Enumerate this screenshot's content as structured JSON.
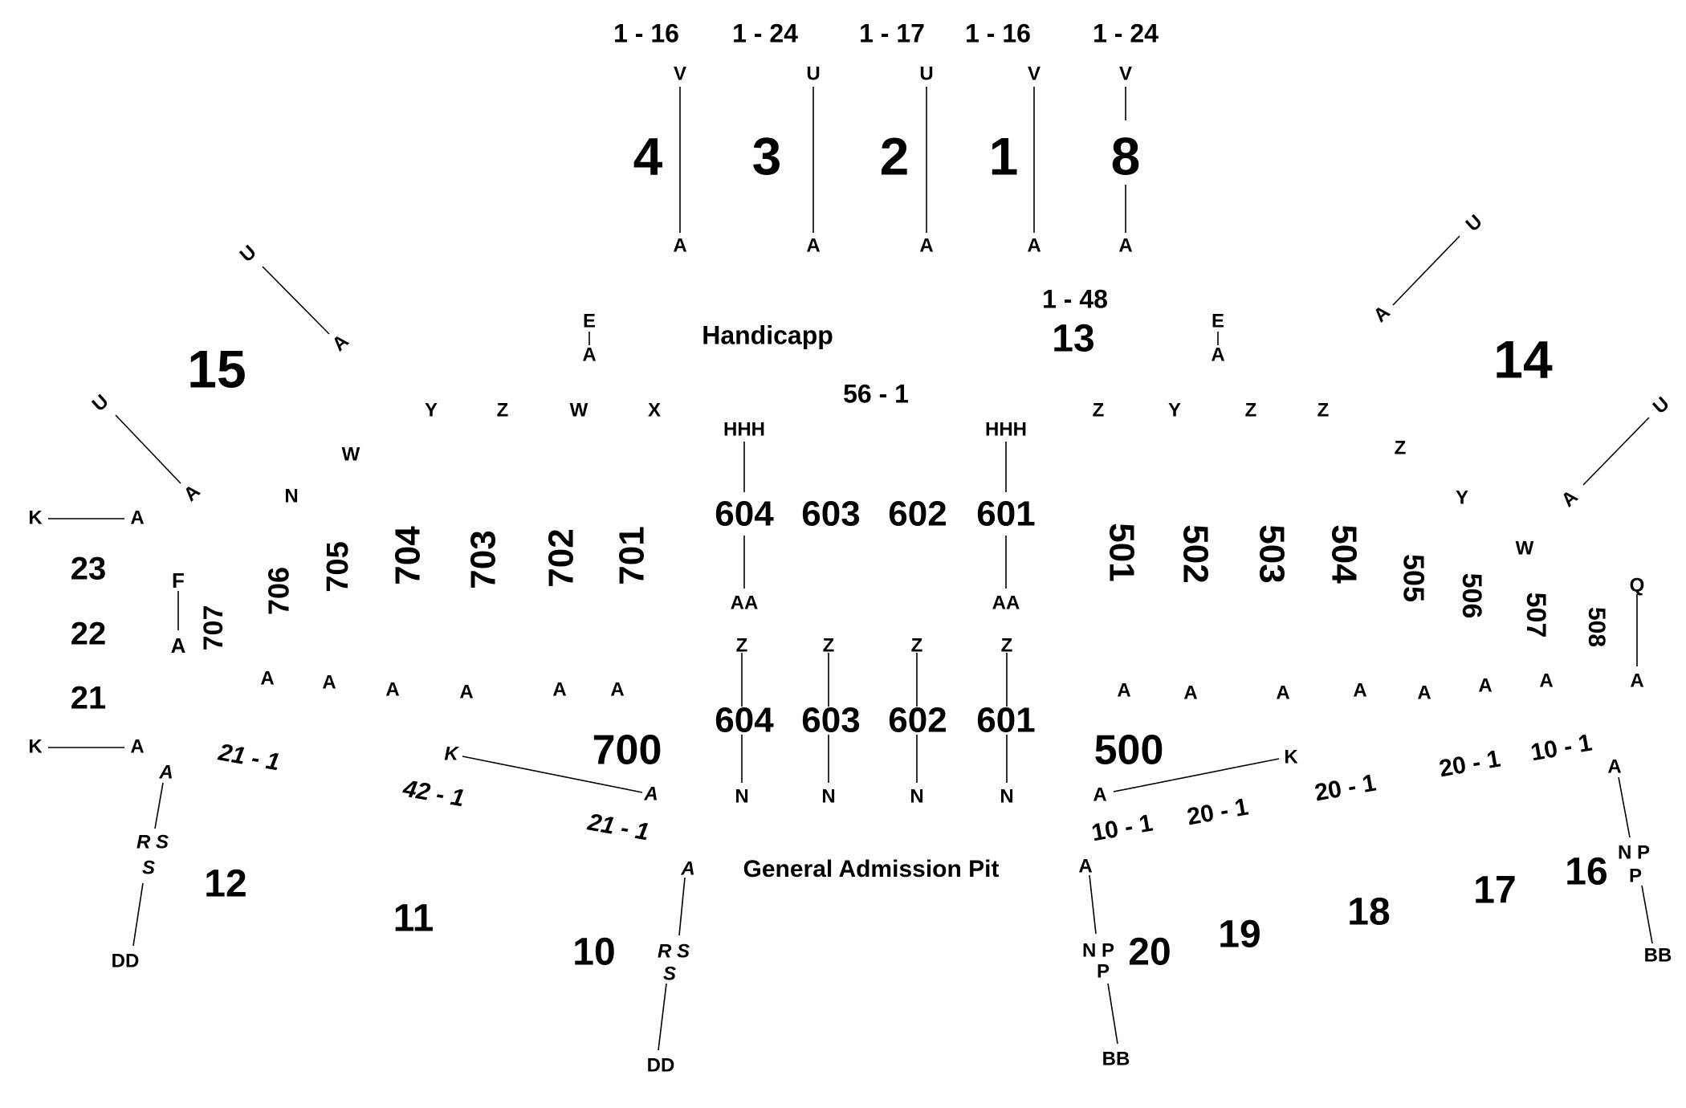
{
  "labels": [
    {
      "id": "rows-sec4",
      "text": "1 - 16"
    },
    {
      "id": "rows-sec3",
      "text": "1 - 24"
    },
    {
      "id": "rows-sec2",
      "text": "1 - 17"
    },
    {
      "id": "rows-sec1",
      "text": "1 - 16"
    },
    {
      "id": "rows-sec8",
      "text": "1 - 24"
    },
    {
      "id": "sec4-row-v",
      "text": "V"
    },
    {
      "id": "sec3-row-u",
      "text": "U"
    },
    {
      "id": "sec2-row-u",
      "text": "U"
    },
    {
      "id": "sec1-row-v",
      "text": "V"
    },
    {
      "id": "sec8-row-v",
      "text": "V"
    },
    {
      "id": "section-4",
      "text": "4"
    },
    {
      "id": "section-3",
      "text": "3"
    },
    {
      "id": "section-2",
      "text": "2"
    },
    {
      "id": "section-1",
      "text": "1"
    },
    {
      "id": "section-8",
      "text": "8"
    },
    {
      "id": "sec4-row-a",
      "text": "A"
    },
    {
      "id": "sec3-row-a",
      "text": "A"
    },
    {
      "id": "sec2-row-a",
      "text": "A"
    },
    {
      "id": "sec1-row-a",
      "text": "A"
    },
    {
      "id": "sec8-row-a",
      "text": "A"
    },
    {
      "id": "rows-sec13",
      "text": "1 - 48"
    },
    {
      "id": "section-13",
      "text": "13"
    },
    {
      "id": "handicap-area",
      "text": "Handicapp"
    },
    {
      "id": "handicap-row-e",
      "text": "E"
    },
    {
      "id": "handicap-row-a",
      "text": "A"
    },
    {
      "id": "right-e",
      "text": "E"
    },
    {
      "id": "right-a",
      "text": "A"
    },
    {
      "id": "seats-56-1",
      "text": "56 - 1"
    },
    {
      "id": "section-15",
      "text": "15"
    },
    {
      "id": "section-14",
      "text": "14"
    },
    {
      "id": "sec15-u1",
      "text": "U"
    },
    {
      "id": "sec15-a1",
      "text": "A"
    },
    {
      "id": "sec15-u2",
      "text": "U"
    },
    {
      "id": "sec15-a2",
      "text": "A"
    },
    {
      "id": "sec14-u1",
      "text": "U"
    },
    {
      "id": "sec14-a1",
      "text": "A"
    },
    {
      "id": "sec14-u2",
      "text": "U"
    },
    {
      "id": "sec14-a2",
      "text": "A"
    },
    {
      "id": "row-y-l",
      "text": "Y"
    },
    {
      "id": "row-z-l",
      "text": "Z"
    },
    {
      "id": "row-w-l",
      "text": "W"
    },
    {
      "id": "row-x-l",
      "text": "X"
    },
    {
      "id": "row-w-l2",
      "text": "W"
    },
    {
      "id": "row-n-l",
      "text": "N"
    },
    {
      "id": "row-z-r1",
      "text": "Z"
    },
    {
      "id": "row-y-r",
      "text": "Y"
    },
    {
      "id": "row-z-r2",
      "text": "Z"
    },
    {
      "id": "row-z-r3",
      "text": "Z"
    },
    {
      "id": "row-z-r4",
      "text": "Z"
    },
    {
      "id": "row-y-r2",
      "text": "Y"
    },
    {
      "id": "row-w-r",
      "text": "W"
    },
    {
      "id": "row-q-r",
      "text": "Q"
    },
    {
      "id": "row-a-r-q",
      "text": "A"
    },
    {
      "id": "hhh-604",
      "text": "HHH"
    },
    {
      "id": "hhh-601",
      "text": "HHH"
    },
    {
      "id": "upper-604",
      "text": "604"
    },
    {
      "id": "upper-603",
      "text": "603"
    },
    {
      "id": "upper-602",
      "text": "602"
    },
    {
      "id": "upper-601",
      "text": "601"
    },
    {
      "id": "aa-604",
      "text": "AA"
    },
    {
      "id": "aa-601",
      "text": "AA"
    },
    {
      "id": "z-604",
      "text": "Z"
    },
    {
      "id": "z-603",
      "text": "Z"
    },
    {
      "id": "z-602",
      "text": "Z"
    },
    {
      "id": "z-601",
      "text": "Z"
    },
    {
      "id": "lower-604",
      "text": "604"
    },
    {
      "id": "lower-603",
      "text": "603"
    },
    {
      "id": "lower-602",
      "text": "602"
    },
    {
      "id": "lower-601",
      "text": "601"
    },
    {
      "id": "n-604",
      "text": "N"
    },
    {
      "id": "n-603",
      "text": "N"
    },
    {
      "id": "n-602",
      "text": "N"
    },
    {
      "id": "n-601",
      "text": "N"
    },
    {
      "id": "section-700",
      "text": "700"
    },
    {
      "id": "section-500",
      "text": "500"
    },
    {
      "id": "general-admission-pit",
      "text": "General Admission Pit"
    },
    {
      "id": "sec-701",
      "text": "701"
    },
    {
      "id": "sec-702",
      "text": "702"
    },
    {
      "id": "sec-703",
      "text": "703"
    },
    {
      "id": "sec-704",
      "text": "704"
    },
    {
      "id": "sec-705",
      "text": "705"
    },
    {
      "id": "sec-706",
      "text": "706"
    },
    {
      "id": "sec-707",
      "text": "707"
    },
    {
      "id": "sec-501",
      "text": "501"
    },
    {
      "id": "sec-502",
      "text": "502"
    },
    {
      "id": "sec-503",
      "text": "503"
    },
    {
      "id": "sec-504",
      "text": "504"
    },
    {
      "id": "sec-505",
      "text": "505"
    },
    {
      "id": "sec-506",
      "text": "506"
    },
    {
      "id": "sec-507",
      "text": "507"
    },
    {
      "id": "sec-508",
      "text": "508"
    },
    {
      "id": "row-a-l1",
      "text": "A"
    },
    {
      "id": "row-a-l2",
      "text": "A"
    },
    {
      "id": "row-a-l3",
      "text": "A"
    },
    {
      "id": "row-a-l4",
      "text": "A"
    },
    {
      "id": "row-a-l5",
      "text": "A"
    },
    {
      "id": "row-a-l6",
      "text": "A"
    },
    {
      "id": "row-a-r1",
      "text": "A"
    },
    {
      "id": "row-a-r2",
      "text": "A"
    },
    {
      "id": "row-a-r3",
      "text": "A"
    },
    {
      "id": "row-a-r4",
      "text": "A"
    },
    {
      "id": "row-a-r5",
      "text": "A"
    },
    {
      "id": "row-a-r6",
      "text": "A"
    },
    {
      "id": "row-a-r7",
      "text": "A"
    },
    {
      "id": "sec707-f",
      "text": "F"
    },
    {
      "id": "sec707-a",
      "text": "A"
    },
    {
      "id": "section-23",
      "text": "23"
    },
    {
      "id": "section-22",
      "text": "22"
    },
    {
      "id": "section-21",
      "text": "21"
    },
    {
      "id": "k-top",
      "text": "K"
    },
    {
      "id": "a-top",
      "text": "A"
    },
    {
      "id": "k-bottom",
      "text": "K"
    },
    {
      "id": "a-bottom",
      "text": "A"
    },
    {
      "id": "seats-21-1-a",
      "text": "21 - 1"
    },
    {
      "id": "seats-42-1",
      "text": "42 - 1"
    },
    {
      "id": "seats-21-1-b",
      "text": "21 - 1"
    },
    {
      "id": "k-left-10",
      "text": "K"
    },
    {
      "id": "a-left-10",
      "text": "A"
    },
    {
      "id": "sec12-a",
      "text": "A"
    },
    {
      "id": "sec12-rs",
      "text": "R S"
    },
    {
      "id": "sec12-s",
      "text": "S"
    },
    {
      "id": "sec12-dd",
      "text": "DD"
    },
    {
      "id": "section-12",
      "text": "12"
    },
    {
      "id": "section-11",
      "text": "11"
    },
    {
      "id": "section-10",
      "text": "10"
    },
    {
      "id": "sec10-a",
      "text": "A"
    },
    {
      "id": "sec10-rs",
      "text": "R S"
    },
    {
      "id": "sec10-s",
      "text": "S"
    },
    {
      "id": "sec10-dd",
      "text": "DD"
    },
    {
      "id": "seats-10-1-a",
      "text": "10 - 1"
    },
    {
      "id": "seats-20-1-a",
      "text": "20 - 1"
    },
    {
      "id": "seats-20-1-b",
      "text": "20 - 1"
    },
    {
      "id": "seats-20-1-c",
      "text": "20 - 1"
    },
    {
      "id": "seats-10-1-b",
      "text": "10 - 1"
    },
    {
      "id": "a-right-500",
      "text": "A"
    },
    {
      "id": "k-right-500",
      "text": "K"
    },
    {
      "id": "sec20-a",
      "text": "A"
    },
    {
      "id": "sec20-np",
      "text": "N P"
    },
    {
      "id": "sec20-p",
      "text": "P"
    },
    {
      "id": "sec20-bb",
      "text": "BB"
    },
    {
      "id": "section-20",
      "text": "20"
    },
    {
      "id": "section-19",
      "text": "19"
    },
    {
      "id": "section-18",
      "text": "18"
    },
    {
      "id": "section-17",
      "text": "17"
    },
    {
      "id": "section-16",
      "text": "16"
    },
    {
      "id": "sec16-a",
      "text": "A"
    },
    {
      "id": "sec16-np",
      "text": "N P"
    },
    {
      "id": "sec16-p",
      "text": "P"
    },
    {
      "id": "sec16-bb",
      "text": "BB"
    }
  ]
}
